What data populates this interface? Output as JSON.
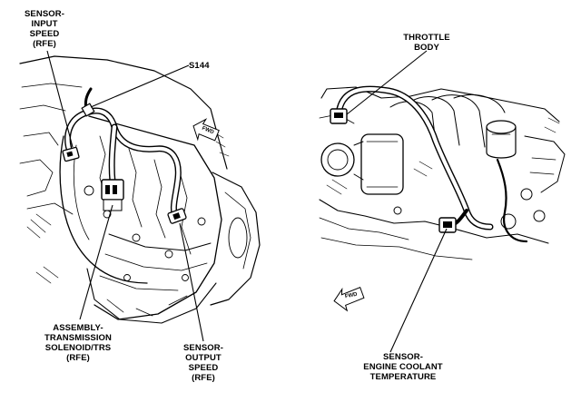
{
  "left_diagram": {
    "labels": {
      "sensor_input_speed": [
        "SENSOR-",
        "INPUT",
        "SPEED",
        "(RFE)"
      ],
      "s144": "S144",
      "assembly_transmission_solenoid": [
        "ASSEMBLY-",
        "TRANSMISSION",
        "SOLENOID/TRS",
        "(RFE)"
      ],
      "sensor_output_speed": [
        "SENSOR-",
        "OUTPUT",
        "SPEED",
        "(RFE)"
      ]
    },
    "arrow_text": "FWD"
  },
  "right_diagram": {
    "labels": {
      "throttle_body": [
        "THROTTLE",
        "BODY"
      ],
      "sensor_engine_coolant": [
        "SENSOR-",
        "ENGINE COOLANT",
        "TEMPERATURE"
      ]
    },
    "arrow_text": "FWD"
  }
}
